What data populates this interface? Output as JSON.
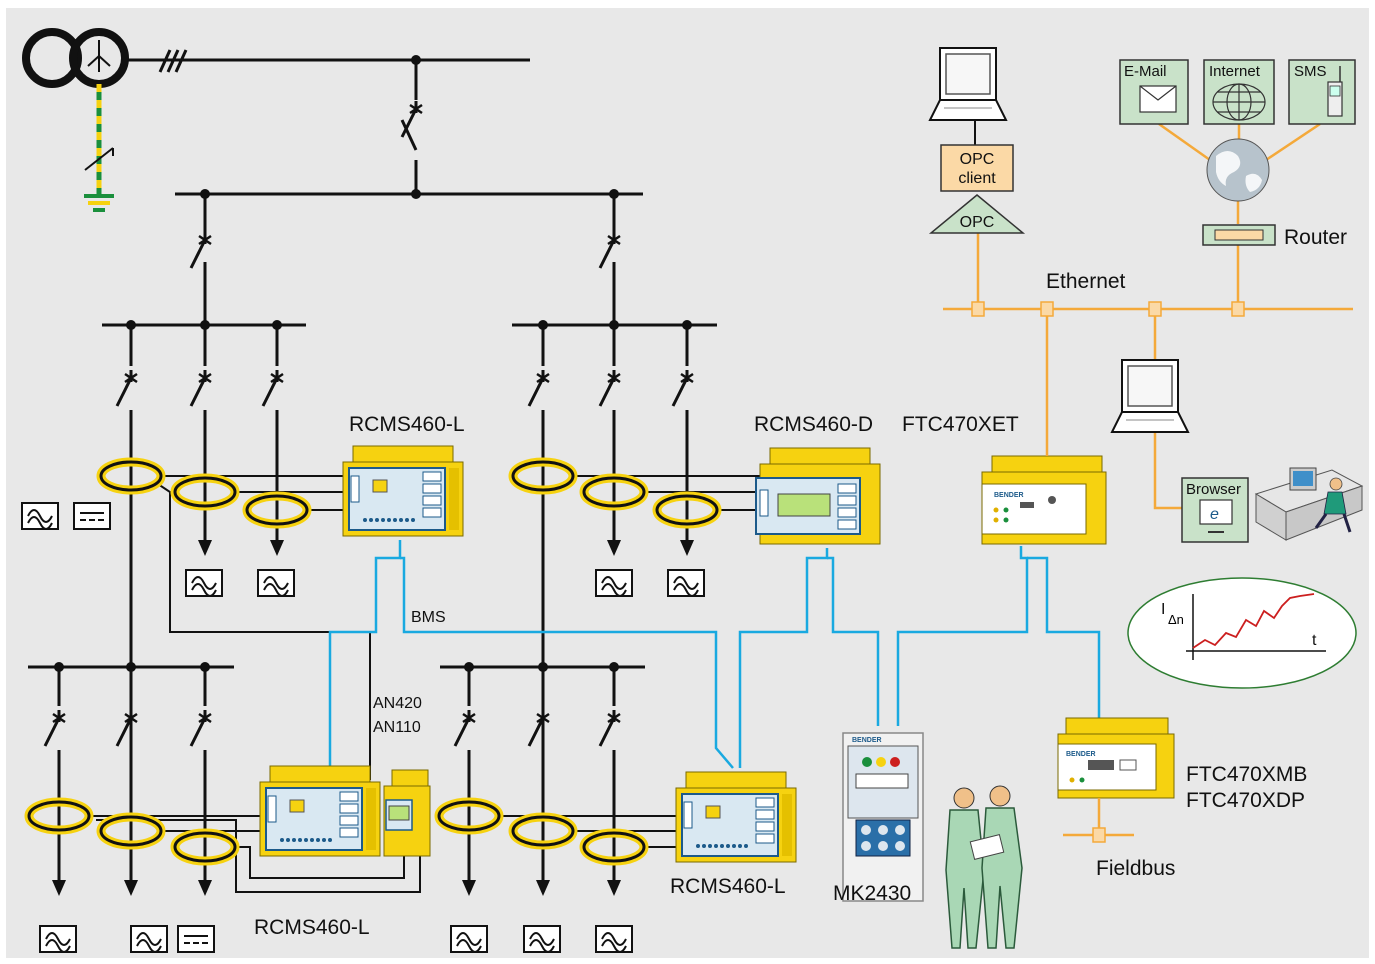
{
  "colors": {
    "background": "#e8e8e8",
    "wire": "#111111",
    "bus_bms": "#19a9e0",
    "ethernet": "#f4a93a",
    "device_yellow": "#f6d210",
    "transformer_tone": "#f0b400",
    "pe_green": "#1a8f3c",
    "pe_yellow": "#f6d210",
    "box_green": "#c9e2c9",
    "box_peach": "#fbd9a6",
    "curve": "#cc1f1f",
    "curve_frame": "#2e7d32"
  },
  "labels": {
    "device_top_left": "RCMS460-L",
    "device_top_right": "RCMS460-D",
    "gateway_top": "FTC470XET",
    "bus": "BMS",
    "an420": "AN420",
    "an110": "AN110",
    "device_bottom_left": "RCMS460-L",
    "device_bottom_right": "RCMS460-L",
    "mk": "MK2430",
    "ftc_xmb": "FTC470XMB",
    "ftc_xdp": "FTC470XDP",
    "fieldbus": "Fieldbus",
    "ethernet": "Ethernet",
    "router": "Router",
    "opc_client_1": "OPC",
    "opc_client_2": "client",
    "opc": "OPC",
    "email": "E-Mail",
    "internet": "Internet",
    "sms": "SMS",
    "browser": "Browser",
    "brand": "BENDER",
    "curve_i": "I",
    "curve_sub": "Δn",
    "curve_t": "t"
  },
  "icons": {
    "transformer": "transformer-icon",
    "earth": "earth-icon",
    "breaker": "circuit-breaker-icon",
    "ct": "current-transformer-icon",
    "ac_load": "ac-load-icon",
    "dc_load": "dc-load-icon",
    "laptop": "laptop-icon",
    "globe": "globe-icon",
    "envelope": "envelope-icon",
    "phone": "mobile-phone-icon",
    "workstation": "workstation-icon",
    "people": "technicians-icon"
  }
}
